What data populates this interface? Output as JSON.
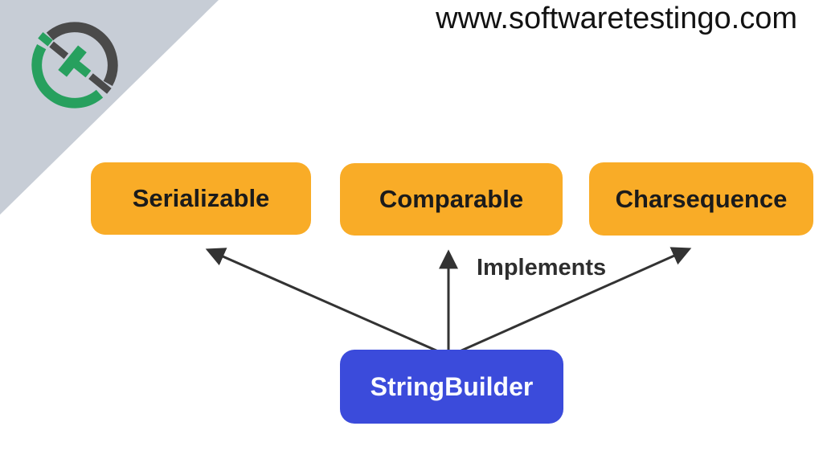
{
  "header": {
    "url": "www.softwaretestingo.com"
  },
  "logo": {
    "name": "softwaretestingo-logo",
    "colors": {
      "green": "#27A05E",
      "dark_gray": "#4A4A4A",
      "corner_triangle": "#C7CDD6"
    }
  },
  "diagram": {
    "relation_label": "Implements",
    "interfaces": [
      {
        "label": "Serializable"
      },
      {
        "label": "Comparable"
      },
      {
        "label": "Charsequence"
      }
    ],
    "implementing_class": {
      "label": "StringBuilder"
    },
    "colors": {
      "interface_box_bg": "#F9AC27",
      "interface_box_text": "#1B1B1B",
      "class_box_bg": "#3B4BDB",
      "class_box_text": "#FFFFFF",
      "arrow": "#333333"
    }
  }
}
